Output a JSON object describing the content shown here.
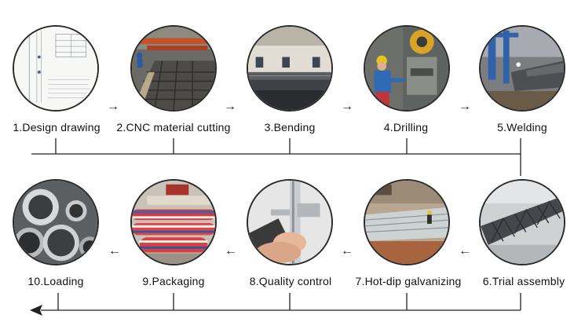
{
  "steps_row1": [
    {
      "label": "1.Design drawing",
      "icon": "design-drawing-photo"
    },
    {
      "label": "2.CNC material cutting",
      "icon": "cnc-cutting-photo"
    },
    {
      "label": "3.Bending",
      "icon": "bending-photo"
    },
    {
      "label": "4.Drilling",
      "icon": "drilling-photo"
    },
    {
      "label": "5.Welding",
      "icon": "welding-photo"
    }
  ],
  "steps_row2": [
    {
      "label": "10.Loading",
      "icon": "loading-photo"
    },
    {
      "label": "9.Packaging",
      "icon": "packaging-photo"
    },
    {
      "label": "8.Quality control",
      "icon": "quality-control-photo"
    },
    {
      "label": "7.Hot-dip galvanizing",
      "icon": "galvanizing-photo"
    },
    {
      "label": "6.Trial assembly",
      "icon": "trial-assembly-photo"
    }
  ],
  "arrows": {
    "row1": "→",
    "row2": "←"
  },
  "colors": {
    "line": "#222222",
    "circle_border": "#2a2a2a",
    "text": "#111111"
  }
}
